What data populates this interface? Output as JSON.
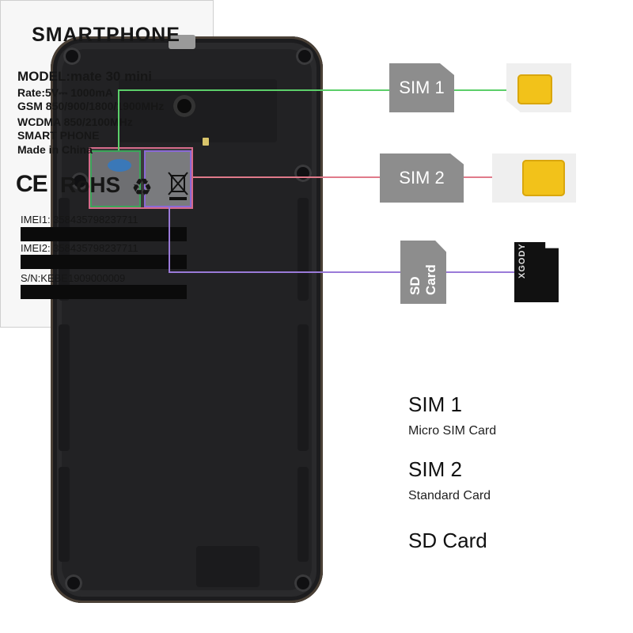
{
  "callouts": {
    "sim1": "SIM 1",
    "sim2": "SIM 2",
    "sd": "SD Card"
  },
  "label": {
    "title": "SMARTPHONE",
    "model": "MODEL:mate 30 mini",
    "rate": "Rate:5V⎓ 1000mA",
    "gsm": "GSM 850/900/1800/1900MHz",
    "wcdma": "WCDMA 850/2100MHz",
    "smart_phone": "SMART PHONE",
    "made_in": "Made in China",
    "ce_mark": "CE",
    "rohs": "RoHS",
    "imei1": "IMEI1: 358435798237711",
    "imei2": "IMEI2: 358435798237711",
    "sn": "S/N:KEBE1909000009"
  },
  "sd_card_print": "XGODY",
  "legend": {
    "sim1_title": "SIM 1",
    "sim1_desc": "Micro SIM Card",
    "sim2_title": "SIM 2",
    "sim2_desc": "Standard Card",
    "sd_title": "SD Card"
  },
  "colors": {
    "sim1_line": "#5ccf6a",
    "sim2_line": "#e07a8a",
    "sd_line": "#9a7ad8",
    "badge": "#8d8d8d",
    "chip": "#f2c21a"
  },
  "icons": [
    "recycle-icon",
    "crossed-bin-icon",
    "sim-chip-icon"
  ]
}
